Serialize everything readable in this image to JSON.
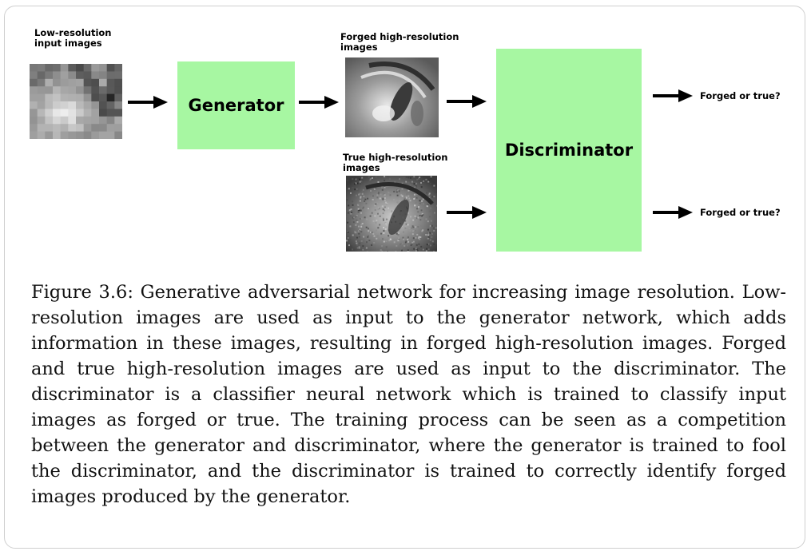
{
  "diagram": {
    "label_low_res": "Low-resolution\ninput images",
    "label_forged": "Forged high-resolution\nimages",
    "label_true": "True high-resolution\nimages",
    "generator": "Generator",
    "discriminator": "Discriminator",
    "output_1": "Forged or true?",
    "output_2": "Forged or true?",
    "box_color": "#a7f7a2"
  },
  "caption": "Figure 3.6: Generative adversarial network for increasing image resolution. Low-resolution images are used as input to the generator network, which adds information in these images, resulting in forged high-resolution images. Forged and true high-resolution images are used as input to the discriminator. The discriminator is a classifier neural network which is trained to classify input images as forged or true. The training process can be seen as a competition between the generator and discriminator, where the generator is trained to fool the discriminator, and the discriminator is trained to correctly identify forged images produced by the generator."
}
